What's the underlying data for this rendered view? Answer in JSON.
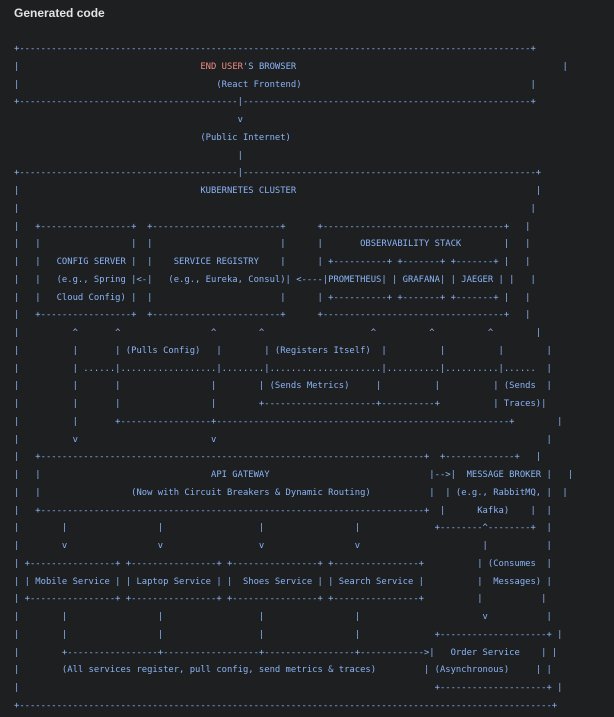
{
  "header": {
    "title": "Generated code"
  },
  "code": {
    "line_01": "+------------------------------------------------------------------------------------------------+",
    "line_02_prefix": "|                                  ",
    "line_02_highlight_1": "END",
    "line_02_space": " ",
    "line_02_highlight_2": "USER",
    "line_02_suffix": "'S BROWSER                                                  |",
    "line_03": "|                                     (React Frontend)                                           |",
    "line_04": "+-----------------------------------------|------------------------------------------------------+",
    "line_05": "                                          v",
    "line_06": "                                   (Public Internet)",
    "line_07": "                                          |",
    "line_08": "+-----------------------------------------|-------------------------------------------------------+",
    "line_09": "|                                  KUBERNETES CLUSTER                                             |",
    "line_10": "|                                                                                                |",
    "line_11": "|   +-----------------+  +------------------------+      +----------------------------------+   |",
    "line_12": "|   |                 |  |                        |      |       OBSERVABILITY STACK        |   |",
    "line_13": "|   |   CONFIG SERVER |  |    SERVICE REGISTRY    |      | +----------+ +-------+ +-------+ |   |",
    "line_14": "|   |   (e.g., Spring |<-|   (e.g., Eureka, Consul)| <----|PROMETHEUS| | GRAFANA| | JAEGER | |   |",
    "line_15": "|   |   Cloud Config) |  |                        |      | +----------+ +-------+ +-------+ |   |",
    "line_16": "|   +-----------------+  +------------------------+      +----------------------------------+   |",
    "line_17": "|          ^       ^                 ^        ^                    ^          ^          ^        |",
    "line_18": "|          |       | (Pulls Config)   |        | (Registers Itself)  |          |          |        |",
    "line_19": "|          | ......|..................|........|.....................|..........|..........|......  |",
    "line_20": "|          |       |                 |        | (Sends Metrics)     |          |          | (Sends  |",
    "line_21": "|          |       |                 |        +---------------------+----------+          | Traces)|",
    "line_22": "|          |       +-----------------+-------------------------------------------------------+        |",
    "line_23": "|          v                         v                                                              |",
    "line_24": "|   +------------------------------------------------------------------------+  +-------------+   |",
    "line_25": "|   |                                API GATEWAY                              |-->|  MESSAGE BROKER |   |",
    "line_26": "|   |                 (Now with Circuit Breakers & Dynamic Routing)           |  | (e.g., RabbitMQ, |  |",
    "line_27": "|   +------------------------------------------------------------------------+  |      Kafka)    |  |",
    "line_28": "|        |                 |                  |                 |              +--------^--------+  |",
    "line_29": "|        v                 v                  v                 v                       |           |",
    "line_30": "| +----------------+ +----------------+ +----------------+ +----------------+          | (Consumes  |",
    "line_31": "| | Mobile Service | | Laptop Service | |  Shoes Service | | Search Service |          |  Messages) |",
    "line_32": "| +----------------+ +----------------+ +----------------+ +----------------+          |           |",
    "line_33": "|        |                 |                  |                 |                       v           |",
    "line_34": "|        |                 |                  |                 |              +--------------------+ |",
    "line_35": "|        +-----------------+------------------+-----------------+------------>|   Order Service    | |",
    "line_36": "|        (All services register, pull config, send metrics & traces)         | (Asynchronous)     | |",
    "line_37": "|                                                                              +--------------------+ |",
    "line_38": "+----------------------------------------------------------------------------------------------------+"
  }
}
